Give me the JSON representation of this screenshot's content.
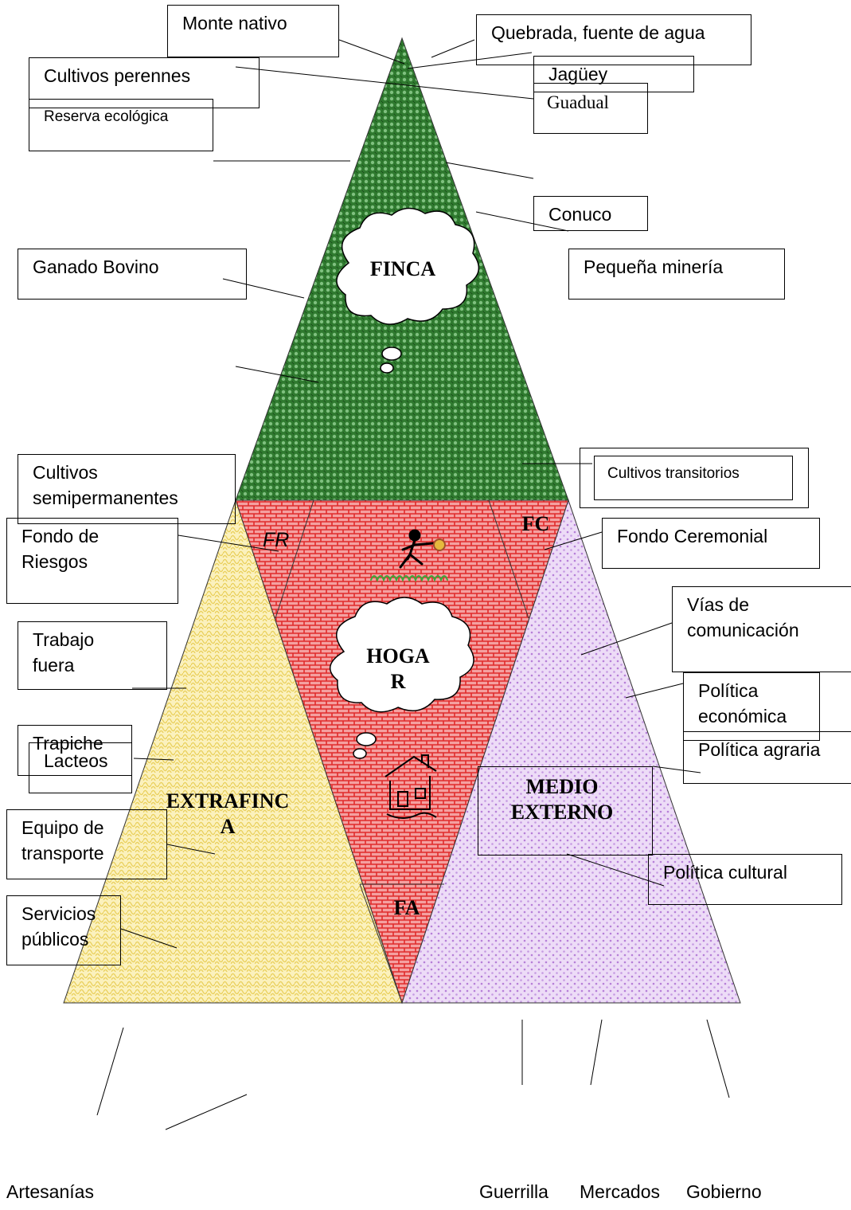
{
  "sections": {
    "finca": "FINCA",
    "hogar": "HOGA\nR",
    "extrafinca": "EXTRAFINC\nA",
    "medio_externo": "MEDIO\nEXTERNO",
    "fr": "FR",
    "fc": "FC",
    "fa": "FA"
  },
  "labels": {
    "monte_nativo": "Monte nativo",
    "quebrada": "Quebrada, fuente de agua",
    "cultivos_perennes": "Cultivos perennes",
    "jaguey": "Jagüey",
    "guadual": "Guadual",
    "reserva": "Reserva ecológica",
    "conuco": "Conuco",
    "ganado": "Ganado Bovino",
    "mineria": "Pequeña minería",
    "cultivos_semi": "Cultivos\nsemipermanentes",
    "cultivos_trans": "Cultivos transitorios",
    "fondo_riesgos": "Fondo de\nRiesgos",
    "fondo_ceremonial": "Fondo Ceremonial",
    "trabajo_fuera": "Trabajo\nfuera",
    "vias": "Vías de\ncomunicación",
    "politica_economica": "Política\neconómica",
    "politica_agraria": "Política agraria",
    "trapiche": "Trapiche",
    "lacteos": "Lacteos",
    "equipo": "Equipo de\ntransporte",
    "politica_cultural": "Política cultural",
    "servicios": "Servicios\npúblicos",
    "artesanias": "Artesanías",
    "guerrilla": "Guerrilla",
    "mercados": "Mercados",
    "gobierno": "Gobierno"
  },
  "colors": {
    "finca": "#2e7d2e",
    "hogar": "#e03a3a",
    "extrafinca": "#f5e27a",
    "medio_externo": "#d7b3ec"
  }
}
